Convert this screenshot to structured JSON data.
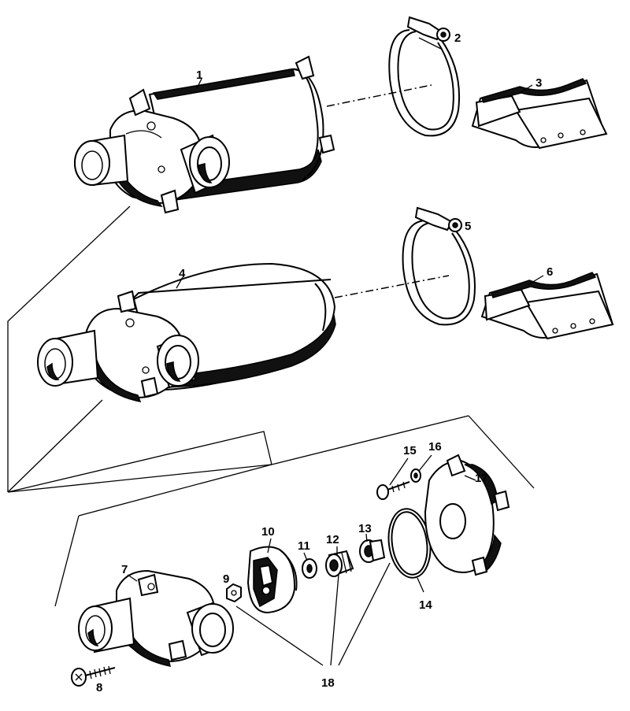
{
  "callouts": {
    "c1": "1",
    "c2": "2",
    "c3": "3",
    "c4": "4",
    "c5": "5",
    "c6": "6",
    "c7": "7",
    "c8": "8",
    "c9": "9",
    "c10": "10",
    "c11": "11",
    "c12": "12",
    "c13": "13",
    "c14": "14",
    "c15": "15",
    "c16": "16",
    "c17": "17",
    "c18": "18"
  }
}
